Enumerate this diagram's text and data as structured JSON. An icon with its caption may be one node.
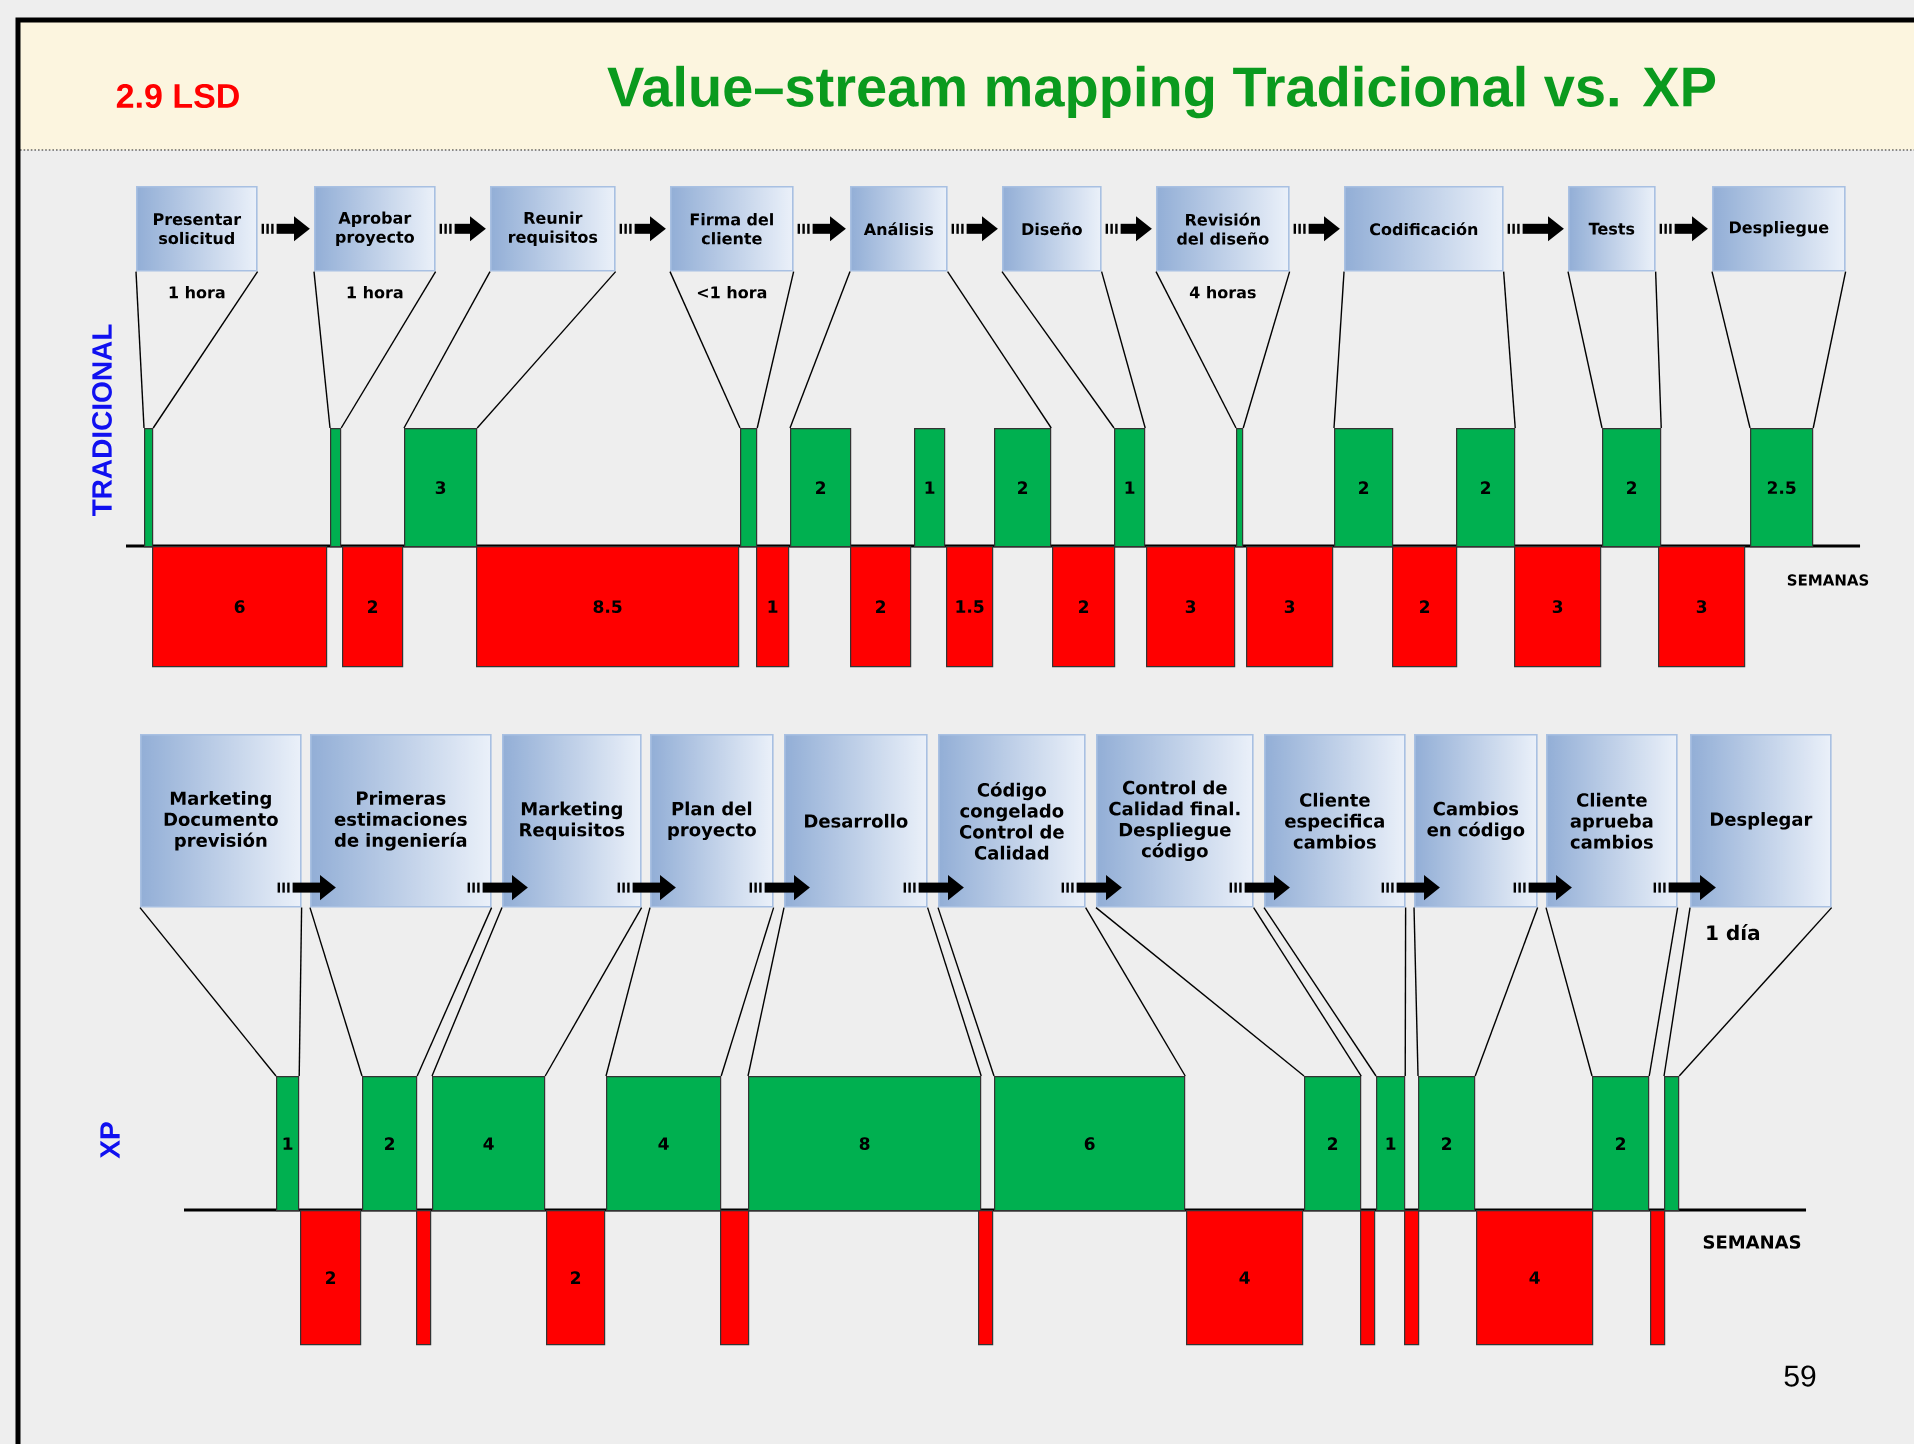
{
  "diagram": {
    "title": "Value–stream mapping Tradicional vs. XP",
    "nodes": [
      {
        "text": [
          "Presentar solicitud"
        ],
        "beside": [
          "1 hora"
        ]
      },
      {
        "text": [
          "Aprobar proyecto"
        ],
        "beside": [
          "1 hora"
        ]
      },
      {
        "text": [
          "Reunir requisitos"
        ]
      },
      {
        "text": [
          "Firma del cliente"
        ],
        "beside": [
          "<1 hora"
        ]
      },
      {
        "text": [
          "Análisis"
        ]
      },
      {
        "text": [
          "Diseño"
        ]
      },
      {
        "text": [
          "Revisión del diseño"
        ],
        "beside": [
          "4 horas"
        ]
      },
      {
        "text": [
          "Codificación"
        ]
      },
      {
        "text": [
          "Tests"
        ]
      },
      {
        "text": [
          "Despliegue"
        ]
      },
      {
        "text": [],
        "shape": "bar"
      },
      {
        "text": [],
        "shape": "bar"
      },
      {
        "text": [
          "3"
        ]
      },
      {
        "text": [],
        "shape": "bar"
      },
      {
        "text": [
          "2"
        ]
      },
      {
        "text": [
          "1"
        ]
      },
      {
        "text": [
          "2"
        ]
      },
      {
        "text": [
          "1"
        ]
      },
      {
        "text": [],
        "shape": "bar"
      },
      {
        "text": [
          "2"
        ]
      },
      {
        "text": [
          "2"
        ]
      },
      {
        "text": [
          "2"
        ]
      },
      {
        "text": [
          "2.5"
        ]
      },
      {
        "text": [
          "6"
        ]
      },
      {
        "text": [
          "2"
        ]
      },
      {
        "text": [
          "8.5"
        ]
      },
      {
        "text": [
          "1"
        ]
      },
      {
        "text": [
          "2"
        ]
      },
      {
        "text": [
          "1.5"
        ]
      },
      {
        "text": [
          "2"
        ]
      },
      {
        "text": [
          "3"
        ]
      },
      {
        "text": [
          "3"
        ]
      },
      {
        "text": [
          "2"
        ]
      },
      {
        "text": [
          "3"
        ]
      },
      {
        "text": [
          "3"
        ]
      },
      {
        "text": [
          "Marketing Documento previsión"
        ]
      },
      {
        "text": [
          "Primeras estimaciones de ingeniería"
        ]
      },
      {
        "text": [
          "Marketing Requisitos"
        ]
      },
      {
        "text": [
          "Plan del proyecto"
        ]
      },
      {
        "text": [
          "Desarrollo"
        ]
      },
      {
        "text": [
          "Código congelado Control de Calidad"
        ]
      },
      {
        "text": [
          "Control de Calidad final. Despliegue código"
        ]
      },
      {
        "text": [
          "Cliente especifica cambios"
        ]
      },
      {
        "text": [
          "Cambios en código"
        ]
      },
      {
        "text": [
          "Cliente aprueba cambios"
        ]
      },
      {
        "text": [
          "Desplegar"
        ],
        "beside": [
          "1 día"
        ]
      },
      {
        "text": [
          "1"
        ]
      },
      {
        "text": [
          "2"
        ]
      },
      {
        "text": [
          "4"
        ]
      },
      {
        "text": [
          "4"
        ]
      },
      {
        "text": [
          "8"
        ]
      },
      {
        "text": [
          "6"
        ]
      },
      {
        "text": [
          "2"
        ]
      },
      {
        "text": [
          "1"
        ]
      },
      {
        "text": [
          "2"
        ]
      },
      {
        "text": [
          "2"
        ]
      },
      {
        "text": [],
        "shape": "bar"
      },
      {
        "text": [
          "2"
        ]
      },
      {
        "text": [],
        "shape": "bar"
      },
      {
        "text": [
          "2"
        ]
      },
      {
        "text": [],
        "shape": "bar"
      },
      {
        "text": [],
        "shape": "bar"
      },
      {
        "text": [
          "4"
        ]
      },
      {
        "text": [],
        "shape": "bar"
      },
      {
        "text": [],
        "shape": "bar"
      },
      {
        "text": [
          "4"
        ]
      },
      {
        "text": [],
        "shape": "bar"
      }
    ],
    "edges": [
      {
        "from": 0,
        "to": 1,
        "arrow": "to",
        "style": "thick"
      },
      {
        "from": 1,
        "to": 2,
        "arrow": "to",
        "style": "thick"
      },
      {
        "from": 2,
        "to": 3,
        "arrow": "to",
        "style": "thick"
      },
      {
        "from": 3,
        "to": 4,
        "arrow": "to",
        "style": "thick"
      },
      {
        "from": 4,
        "to": 5,
        "arrow": "to",
        "style": "thick"
      },
      {
        "from": 5,
        "to": 6,
        "arrow": "to",
        "style": "thick"
      },
      {
        "from": 6,
        "to": 7,
        "arrow": "to",
        "style": "thick"
      },
      {
        "from": 7,
        "to": 8,
        "arrow": "to",
        "style": "thick"
      },
      {
        "from": 8,
        "to": 9,
        "arrow": "to",
        "style": "thick"
      },
      {
        "from": 35,
        "to": 36,
        "arrow": "to",
        "style": "thick"
      },
      {
        "from": 36,
        "to": 37,
        "arrow": "to",
        "style": "thick"
      },
      {
        "from": 37,
        "to": 38,
        "arrow": "to",
        "style": "thick"
      },
      {
        "from": 38,
        "to": 39,
        "arrow": "to",
        "style": "thick"
      },
      {
        "from": 39,
        "to": 40,
        "arrow": "to",
        "style": "thick"
      },
      {
        "from": 40,
        "to": 41,
        "arrow": "to",
        "style": "thick"
      },
      {
        "from": 41,
        "to": 42,
        "arrow": "to",
        "style": "thick"
      },
      {
        "from": 42,
        "to": 43,
        "arrow": "to",
        "style": "thick"
      },
      {
        "from": 43,
        "to": 44,
        "arrow": "to",
        "style": "thick"
      },
      {
        "from": 44,
        "to": 45,
        "arrow": "to",
        "style": "thick"
      },
      {
        "from": 0,
        "to": 10,
        "arrow": "none"
      },
      {
        "from": 0,
        "to": 10,
        "arrow": "none"
      },
      {
        "from": 1,
        "to": 11,
        "arrow": "none"
      },
      {
        "from": 1,
        "to": 11,
        "arrow": "none"
      },
      {
        "from": 2,
        "to": 12,
        "arrow": "none"
      },
      {
        "from": 2,
        "to": 12,
        "arrow": "none"
      },
      {
        "from": 3,
        "to": 13,
        "arrow": "none"
      },
      {
        "from": 3,
        "to": 13,
        "arrow": "none"
      },
      {
        "from": 4,
        "to": 14,
        "arrow": "none"
      },
      {
        "from": 4,
        "to": 16,
        "arrow": "none"
      },
      {
        "from": 5,
        "to": 17,
        "arrow": "none"
      },
      {
        "from": 5,
        "to": 17,
        "arrow": "none"
      },
      {
        "from": 6,
        "to": 18,
        "arrow": "none"
      },
      {
        "from": 6,
        "to": 18,
        "arrow": "none"
      },
      {
        "from": 7,
        "to": 19,
        "arrow": "none"
      },
      {
        "from": 7,
        "to": 20,
        "arrow": "none"
      },
      {
        "from": 8,
        "to": 21,
        "arrow": "none"
      },
      {
        "from": 8,
        "to": 21,
        "arrow": "none"
      },
      {
        "from": 9,
        "to": 22,
        "arrow": "none"
      },
      {
        "from": 9,
        "to": 22,
        "arrow": "none"
      },
      {
        "from": 35,
        "to": 46,
        "arrow": "none"
      },
      {
        "from": 35,
        "to": 46,
        "arrow": "none"
      },
      {
        "from": 36,
        "to": 47,
        "arrow": "none"
      },
      {
        "from": 36,
        "to": 47,
        "arrow": "none"
      },
      {
        "from": 37,
        "to": 48,
        "arrow": "none"
      },
      {
        "from": 37,
        "to": 48,
        "arrow": "none"
      },
      {
        "from": 38,
        "to": 49,
        "arrow": "none"
      },
      {
        "from": 38,
        "to": 49,
        "arrow": "none"
      },
      {
        "from": 39,
        "to": 50,
        "arrow": "none"
      },
      {
        "from": 39,
        "to": 50,
        "arrow": "none"
      },
      {
        "from": 40,
        "to": 51,
        "arrow": "none"
      },
      {
        "from": 40,
        "to": 51,
        "arrow": "none"
      },
      {
        "from": 41,
        "to": 52,
        "arrow": "none"
      },
      {
        "from": 41,
        "to": 52,
        "arrow": "none"
      },
      {
        "from": 42,
        "to": 53,
        "arrow": "none"
      },
      {
        "from": 42,
        "to": 53,
        "arrow": "none"
      },
      {
        "from": 43,
        "to": 54,
        "arrow": "none"
      },
      {
        "from": 43,
        "to": 54,
        "arrow": "none"
      },
      {
        "from": 44,
        "to": 55,
        "arrow": "none"
      },
      {
        "from": 44,
        "to": 55,
        "arrow": "none"
      },
      {
        "from": 45,
        "to": 56,
        "arrow": "none"
      },
      {
        "from": 45,
        "to": 56,
        "arrow": "none"
      }
    ],
    "labels": [
      "2.9 LSD",
      "TRADICIONAL",
      "SEMANAS",
      "XP",
      "SEMANAS",
      "59"
    ]
  }
}
